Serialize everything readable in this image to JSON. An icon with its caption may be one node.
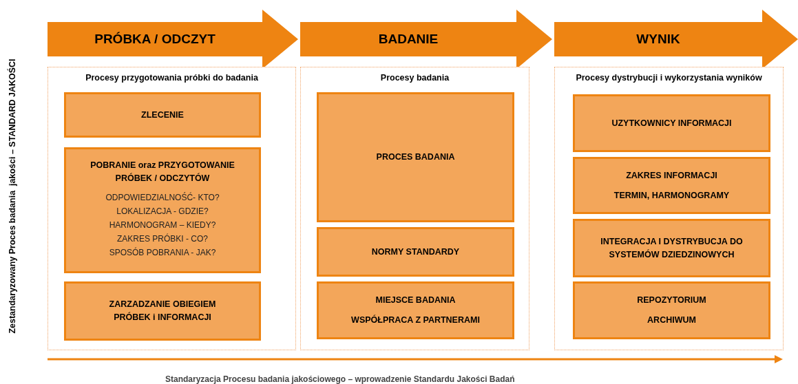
{
  "diagram": {
    "nodes": [
      {
        "text": [
          "PRÓBKA / ODCZYT"
        ]
      },
      {
        "text": [
          "BADANIE"
        ]
      },
      {
        "text": [
          "WYNIK"
        ]
      },
      {
        "text": [
          "Procesy przygotowania próbki do badania"
        ]
      },
      {
        "text": [
          "ZLECENIE"
        ],
        "in": 3
      },
      {
        "text": [
          "POBRANIE oraz PRZYGOTOWANIE PRÓBEK / ODCZYTÓW",
          "ODPOWIEDZIALNOŚĆ- KTO?",
          "LOKALIZACJA - GDZIE?",
          "HARMONOGRAM – KIEDY?",
          "ZAKRES PRÓBKI - CO?",
          "SPOSÓB POBRANIA - JAK?"
        ],
        "in": 3
      },
      {
        "text": [
          "ZARZADZANIE OBIEGIEM PRÓBEK i INFORMACJI"
        ],
        "in": 3
      },
      {
        "text": [
          "Procesy badania"
        ]
      },
      {
        "text": [
          "PROCES BADANIA"
        ],
        "in": 7
      },
      {
        "text": [
          "NORMY STANDARDY"
        ],
        "in": 7
      },
      {
        "text": [
          "MIEJSCE BADANIA",
          "WSPÓŁPRACA Z PARTNERAMI"
        ],
        "in": 7
      },
      {
        "text": [
          "Procesy dystrybucji i wykorzystania wyników"
        ]
      },
      {
        "text": [
          "UZYTKOWNICY INFORMACJI"
        ],
        "in": 11
      },
      {
        "text": [
          "ZAKRES INFORMACJI",
          "TERMIN, HARMONOGRAMY"
        ],
        "in": 11
      },
      {
        "text": [
          "INTEGRACJA I DYSTRYBUCJA DO SYSTEMÓW DZIEDZINOWYCH"
        ],
        "in": 11
      },
      {
        "text": [
          "REPOZYTORIUM",
          "ARCHIWUM"
        ],
        "in": 11
      }
    ],
    "labels": [
      "Zestandaryzowany Proces badania  jakości – STANDARD JAKOŚCI",
      "Standaryzacja Procesu badania jakościowego – wprowadzenie Standardu Jakości Badań"
    ]
  }
}
